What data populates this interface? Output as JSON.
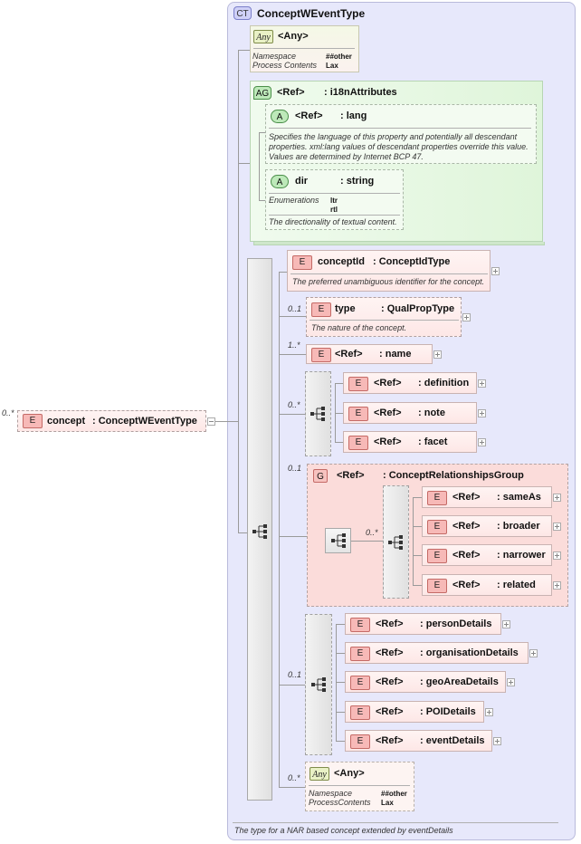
{
  "ct": {
    "badge": "CT",
    "title": "ConceptWEventType",
    "footer": "The type for a NAR based concept extended by eventDetails"
  },
  "root": {
    "card": "0..*",
    "badge": "E",
    "name": "concept",
    "type": ": ConceptWEventType"
  },
  "any1": {
    "badge": "Any",
    "name": "<Any>",
    "ns_label": "Namespace",
    "ns_value": "##other",
    "pc_label": "Process Contents",
    "pc_value": "Lax"
  },
  "ag": {
    "badge": "AG",
    "ref": "<Ref>",
    "name": ": i18nAttributes",
    "lang": {
      "badge": "A",
      "ref": "<Ref>",
      "name": ": lang",
      "desc": "Specifies the language of this property and potentially all descendant properties. xml:lang values of descendant properties override this value. Values are determined by Internet BCP 47."
    },
    "dir": {
      "badge": "A",
      "name": "dir",
      "type": ": string",
      "enum_label": "Enumerations",
      "enum1": "ltr",
      "enum2": "rtl",
      "desc": "The directionality of textual content."
    }
  },
  "conceptId": {
    "badge": "E",
    "name": "conceptId",
    "type": ": ConceptIdType",
    "desc": "The preferred unambiguous identifier for the concept."
  },
  "typeEl": {
    "card": "0..1",
    "badge": "E",
    "name": "type",
    "type": ": QualPropType",
    "desc": "The nature of the concept."
  },
  "nameEl": {
    "card": "1..*",
    "badge": "E",
    "ref": "<Ref>",
    "name": ": name"
  },
  "choice1": {
    "card": "0..*",
    "items": [
      {
        "badge": "E",
        "ref": "<Ref>",
        "name": ": definition"
      },
      {
        "badge": "E",
        "ref": "<Ref>",
        "name": ": note"
      },
      {
        "badge": "E",
        "ref": "<Ref>",
        "name": ": facet"
      }
    ]
  },
  "group": {
    "card": "0..1",
    "badge": "G",
    "ref": "<Ref>",
    "name": ": ConceptRelationshipsGroup",
    "inner_card": "0..*",
    "items": [
      {
        "badge": "E",
        "ref": "<Ref>",
        "name": ": sameAs"
      },
      {
        "badge": "E",
        "ref": "<Ref>",
        "name": ": broader"
      },
      {
        "badge": "E",
        "ref": "<Ref>",
        "name": ": narrower"
      },
      {
        "badge": "E",
        "ref": "<Ref>",
        "name": ": related"
      }
    ]
  },
  "choice2": {
    "card": "0..1",
    "items": [
      {
        "badge": "E",
        "ref": "<Ref>",
        "name": ": personDetails"
      },
      {
        "badge": "E",
        "ref": "<Ref>",
        "name": ": organisationDetails"
      },
      {
        "badge": "E",
        "ref": "<Ref>",
        "name": ": geoAreaDetails"
      },
      {
        "badge": "E",
        "ref": "<Ref>",
        "name": ": POIDetails"
      },
      {
        "badge": "E",
        "ref": "<Ref>",
        "name": ": eventDetails"
      }
    ]
  },
  "any2": {
    "card": "0..*",
    "badge": "Any",
    "name": "<Any>",
    "ns_label": "Namespace",
    "ns_value": "##other",
    "pc_label": "ProcessContents",
    "pc_value": "Lax"
  }
}
